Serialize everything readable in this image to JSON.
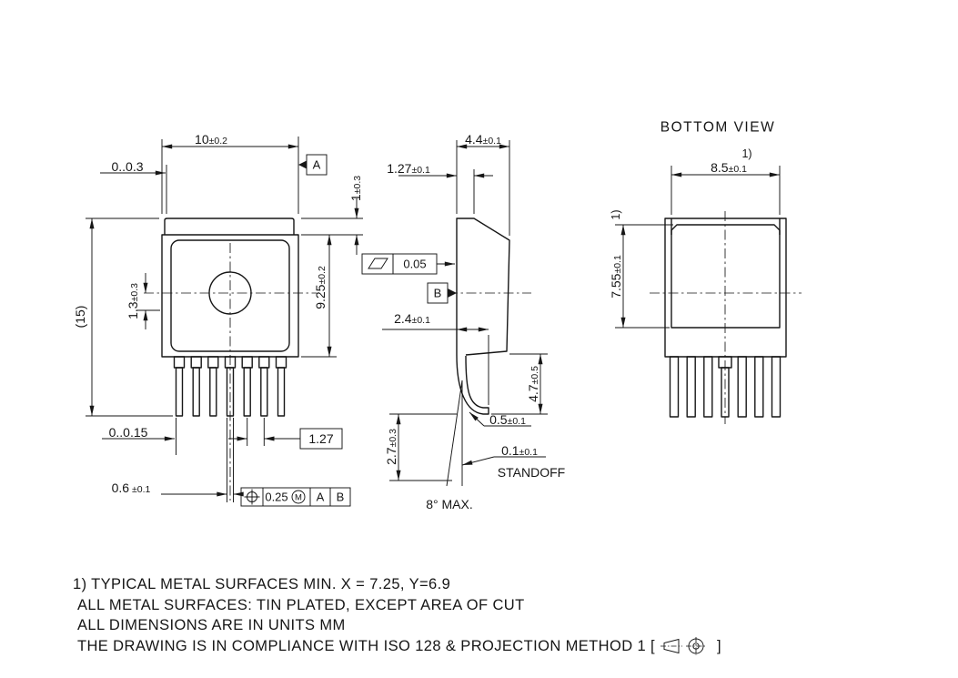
{
  "drawing": {
    "front_view": {
      "width": {
        "v": "10",
        "t": "±0.2"
      },
      "tab_inset": {
        "v": "0..0.3",
        "t": ""
      },
      "tab_height": {
        "v": "1",
        "t": "±0.3"
      },
      "overall_height": {
        "v": "(15)",
        "t": ""
      },
      "hole_offset": {
        "v": "1.3",
        "t": "±0.3"
      },
      "body_height": {
        "v": "9.25",
        "t": "±0.2"
      },
      "lead_align": {
        "v": "0..0.15",
        "t": ""
      },
      "lead_pitch": {
        "v": "1.27",
        "t": ""
      },
      "lead_width": {
        "v": "0.6",
        "t": " ±0.1"
      },
      "datum_a": "A",
      "position_fcf": {
        "tolerance": "0.25",
        "modifier": "M",
        "datum1": "A",
        "datum2": "B"
      }
    },
    "side_view": {
      "depth": {
        "v": "4.4",
        "t": "±0.1"
      },
      "tab_thickness": {
        "v": "1.27",
        "t": "±0.1"
      },
      "flatness": "0.05",
      "datum_b": "B",
      "lead_exit": {
        "v": "2.4",
        "t": "±0.1"
      },
      "bend_height": {
        "v": "4.7",
        "t": "±0.5"
      },
      "lead_length": {
        "v": "2.7",
        "t": "±0.3"
      },
      "lead_thickness": {
        "v": "0.5",
        "t": "±0.1"
      },
      "standoff": {
        "v": "0.1",
        "t": "±0.1"
      },
      "standoff_label": "STANDOFF",
      "lead_angle": "8° MAX."
    },
    "bottom_view": {
      "title": "BOTTOM VIEW",
      "note_ref": "1)",
      "note_ref_side": "1)",
      "pad_width": {
        "v": "8.5",
        "t": "±0.1"
      },
      "pad_height": {
        "v": "7.55",
        "t": "±0.1"
      }
    },
    "notes": {
      "line1": "1) TYPICAL METAL SURFACES MIN. X = 7.25, Y=6.9",
      "line2": "ALL METAL SURFACES: TIN PLATED, EXCEPT AREA OF CUT",
      "line3": "ALL DIMENSIONS ARE IN UNITS MM",
      "line4_prefix": "THE DRAWING IS IN COMPLIANCE WITH ISO 128 & PROJECTION METHOD 1 [",
      "line4_suffix": "]"
    }
  }
}
